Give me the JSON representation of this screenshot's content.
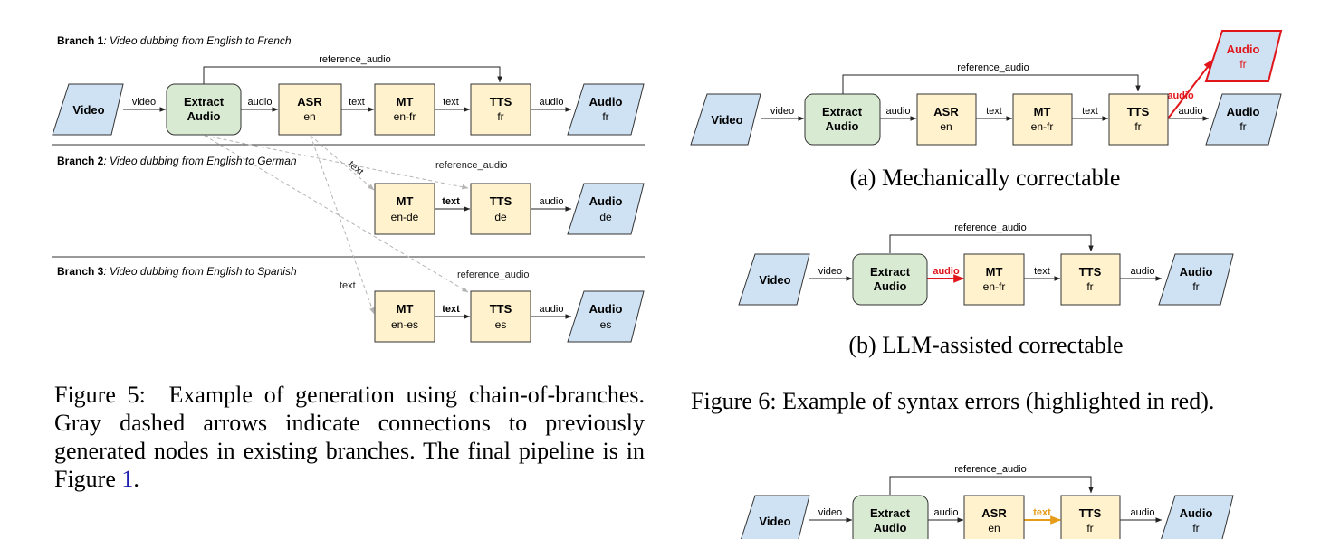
{
  "figure5": {
    "branches": [
      {
        "bold": "Branch 1",
        "rest": ": Video dubbing from English to French"
      },
      {
        "bold": "Branch 2",
        "rest": ": Video dubbing from English to German"
      },
      {
        "bold": "Branch 3",
        "rest": ": Video dubbing from English to Spanish"
      }
    ],
    "nodes": {
      "video": {
        "title": "Video",
        "sub": ""
      },
      "extract": {
        "title": "Extract",
        "sub": "Audio"
      },
      "asr": {
        "title": "ASR",
        "sub": "en"
      },
      "mt_fr": {
        "title": "MT",
        "sub": "en-fr"
      },
      "tts_fr": {
        "title": "TTS",
        "sub": "fr"
      },
      "audio_fr": {
        "title": "Audio",
        "sub": "fr"
      },
      "mt_de": {
        "title": "MT",
        "sub": "en-de"
      },
      "tts_de": {
        "title": "TTS",
        "sub": "de"
      },
      "audio_de": {
        "title": "Audio",
        "sub": "de"
      },
      "mt_es": {
        "title": "MT",
        "sub": "en-es"
      },
      "tts_es": {
        "title": "TTS",
        "sub": "es"
      },
      "audio_es": {
        "title": "Audio",
        "sub": "es"
      }
    },
    "edge_labels": {
      "video": "video",
      "audio": "audio",
      "text": "text",
      "reference_audio": "reference_audio"
    },
    "caption": {
      "label": "Figure 5:",
      "text_before_ref": "Example of generation using chain-of-branches. Gray dashed arrows indicate connections to previously generated nodes in existing branches. The final pipeline is in Figure ",
      "ref": "1",
      "text_after_ref": "."
    }
  },
  "figure6": {
    "panel_a": {
      "caption": "(a) Mechanically correctable",
      "nodes": {
        "video": {
          "title": "Video",
          "sub": ""
        },
        "extract": {
          "title": "Extract",
          "sub": "Audio"
        },
        "asr": {
          "title": "ASR",
          "sub": "en"
        },
        "mt": {
          "title": "MT",
          "sub": "en-fr"
        },
        "tts": {
          "title": "TTS",
          "sub": "fr"
        },
        "audio": {
          "title": "Audio",
          "sub": "fr"
        },
        "audio_error": {
          "title": "Audio",
          "sub": "fr"
        }
      },
      "edge_labels": {
        "video": "video",
        "audio": "audio",
        "text": "text",
        "reference_audio": "reference_audio",
        "error": "audio"
      }
    },
    "panel_b": {
      "caption": "(b) LLM-assisted correctable",
      "nodes": {
        "video": {
          "title": "Video",
          "sub": ""
        },
        "extract": {
          "title": "Extract",
          "sub": "Audio"
        },
        "mt": {
          "title": "MT",
          "sub": "en-fr"
        },
        "tts": {
          "title": "TTS",
          "sub": "fr"
        },
        "audio": {
          "title": "Audio",
          "sub": "fr"
        }
      },
      "edge_labels": {
        "video": "video",
        "audio": "audio",
        "text": "text",
        "reference_audio": "reference_audio",
        "error": "audio"
      }
    },
    "panel_c": {
      "nodes": {
        "video": {
          "title": "Video",
          "sub": ""
        },
        "extract": {
          "title": "Extract",
          "sub": "Audio"
        },
        "asr": {
          "title": "ASR",
          "sub": "en"
        },
        "tts": {
          "title": "TTS",
          "sub": "fr"
        },
        "audio": {
          "title": "Audio",
          "sub": "fr"
        }
      },
      "edge_labels": {
        "video": "video",
        "audio": "audio",
        "reference_audio": "reference_audio",
        "warning": "text"
      }
    },
    "caption": "Figure 6: Example of syntax errors (highlighted in red)."
  },
  "colors": {
    "io_fill": "#cfe2f3",
    "extract_fill": "#d9ead3",
    "process_fill": "#fff2cc",
    "error": "#e0161b",
    "warning": "#e69b19",
    "dashed": "#b4b4b4"
  }
}
